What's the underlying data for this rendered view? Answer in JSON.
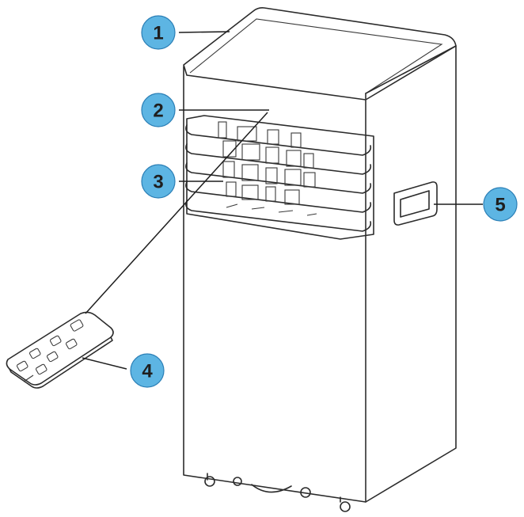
{
  "callouts": [
    {
      "id": "1",
      "label": "1"
    },
    {
      "id": "2",
      "label": "2"
    },
    {
      "id": "3",
      "label": "3"
    },
    {
      "id": "4",
      "label": "4"
    },
    {
      "id": "5",
      "label": "5"
    }
  ],
  "colors": {
    "badge_fill": "#5db5e3",
    "badge_stroke": "#2b7fb6",
    "line": "#2b2b2b"
  }
}
